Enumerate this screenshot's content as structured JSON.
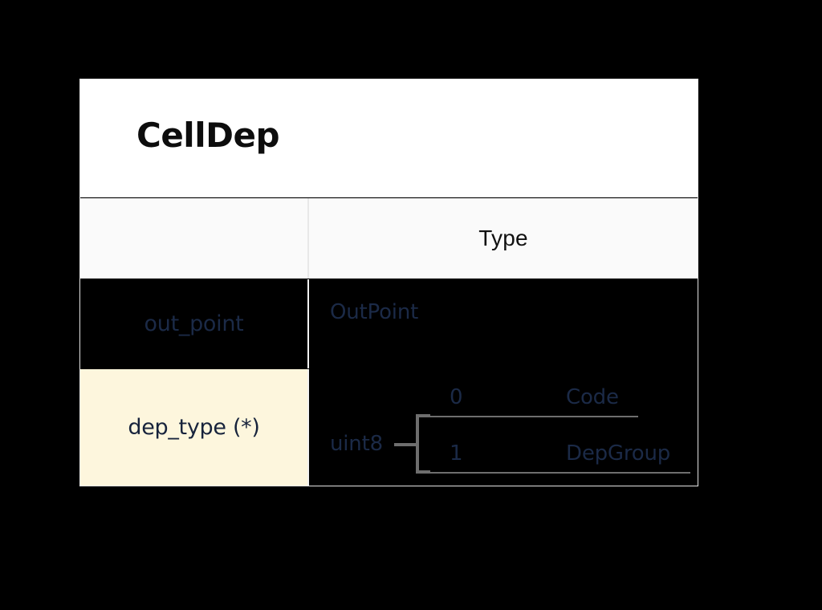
{
  "diagram": {
    "title": "CellDep",
    "columns": {
      "name_header": "",
      "type_header": "Type"
    },
    "rows": [
      {
        "field": "out_point",
        "type": "OutPoint",
        "name_cell_color": "#000000",
        "optional": false
      },
      {
        "field": "dep_type (*)",
        "base_type": "uint8",
        "name_cell_color": "#fdf6dd",
        "optional": true,
        "variants": [
          {
            "index": "0",
            "name": "Code"
          },
          {
            "index": "1",
            "name": "DepGroup"
          }
        ]
      }
    ]
  },
  "colors": {
    "background": "#000000",
    "title_row": "#ffffff",
    "header_row": "#fafafa",
    "highlight_cell": "#fdf6dd",
    "text_navy": "#1b2a47",
    "title_text": "#0d0d0d",
    "connector_gray": "#6e6e6e",
    "border_gray": "#e3e3e3"
  }
}
